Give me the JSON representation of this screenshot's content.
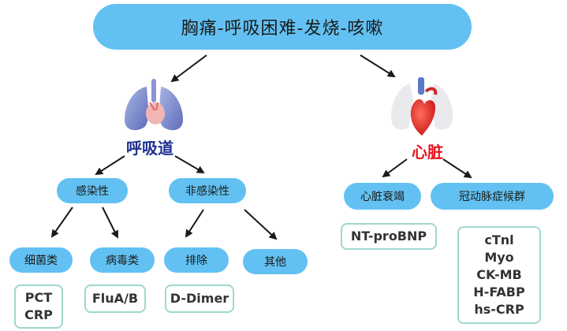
{
  "title": "胸痛-呼吸困难-发烧-咳嗽",
  "branches": {
    "respiratory": {
      "label": "呼吸道",
      "label_color": "#1f2f8f",
      "children": {
        "infectious": {
          "label": "感染性",
          "children": {
            "bacterial": {
              "label": "细菌类",
              "markers": [
                "PCT",
                "CRP"
              ]
            },
            "viral": {
              "label": "病毒类",
              "markers": [
                "FluA/B"
              ]
            }
          }
        },
        "non_infectious": {
          "label": "非感染性",
          "children": {
            "exclude": {
              "label": "排除",
              "markers": [
                "D-Dimer"
              ]
            },
            "other": {
              "label": "其他"
            }
          }
        }
      }
    },
    "heart": {
      "label": "心脏",
      "label_color": "#e8141b",
      "children": {
        "heart_failure": {
          "label": "心脏衰竭",
          "markers": [
            "NT-proBNP"
          ]
        },
        "acs": {
          "label": "冠动脉症候群",
          "markers": [
            "cTnl",
            "Myo",
            "CK-MB",
            "H-FABP",
            "hs-CRP"
          ]
        }
      }
    }
  },
  "colors": {
    "pill": "#62c1f2",
    "box_border": "#9fd7cf",
    "arrow": "#1a1a1a"
  },
  "icons": [
    "lungs-icon",
    "heart-icon"
  ]
}
